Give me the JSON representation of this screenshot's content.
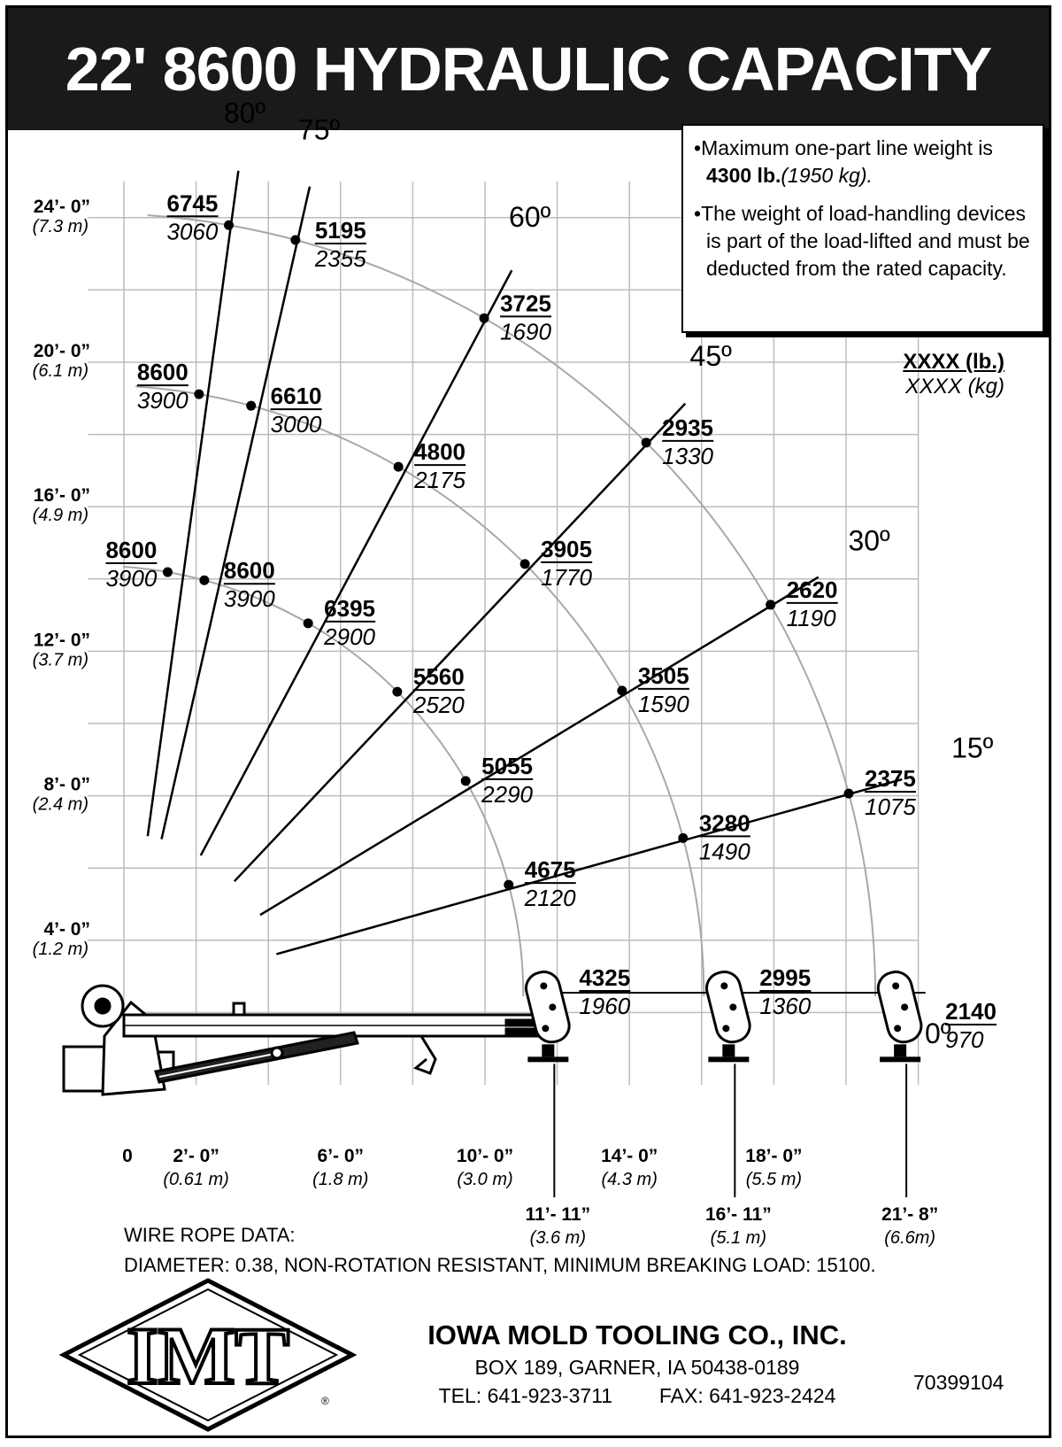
{
  "title": "22' 8600 HYDRAULIC CAPACITY CHART",
  "notes": {
    "line1_prefix": "Maximum one-part line weight is ",
    "line1_bold": "4300 lb.",
    "line1_italic": "(1950 kg).",
    "line2": "The weight of load-handling devices is part of the load-lifted and must be  deducted from the rated capacity."
  },
  "legend": {
    "lb": "XXXX (lb.)",
    "kg": "XXXX (kg)"
  },
  "y_axis_labels": [
    {
      "ft": "24’- 0”",
      "m": "(7.3 m)",
      "value_ft": 24
    },
    {
      "ft": "20’- 0”",
      "m": "(6.1 m)",
      "value_ft": 20
    },
    {
      "ft": "16’- 0”",
      "m": "(4.9 m)",
      "value_ft": 16
    },
    {
      "ft": "12’- 0”",
      "m": "(3.7 m)",
      "value_ft": 12
    },
    {
      "ft": "8’- 0”",
      "m": "(2.4 m)",
      "value_ft": 8
    },
    {
      "ft": "4’- 0”",
      "m": "(1.2 m)",
      "value_ft": 4
    }
  ],
  "x_axis_labels": [
    {
      "ft": "0",
      "m": "",
      "value_ft": 0
    },
    {
      "ft": "2’- 0”",
      "m": "(0.61 m)",
      "value_ft": 2
    },
    {
      "ft": "6’- 0”",
      "m": "(1.8 m)",
      "value_ft": 6
    },
    {
      "ft": "10’- 0”",
      "m": "(3.0 m)",
      "value_ft": 10
    },
    {
      "ft": "14’- 0”",
      "m": "(4.3 m)",
      "value_ft": 14
    },
    {
      "ft": "18’- 0”",
      "m": "(5.5 m)",
      "value_ft": 18
    }
  ],
  "extension_labels": [
    {
      "ft": "11’- 11”",
      "m": "(3.6 m)"
    },
    {
      "ft": "16’- 11”",
      "m": "(5.1 m)"
    },
    {
      "ft": "21’- 8”",
      "m": "(6.6m)"
    }
  ],
  "angles": [
    {
      "label": "80º",
      "deg": 80
    },
    {
      "label": "75º",
      "deg": 75
    },
    {
      "label": "60º",
      "deg": 60
    },
    {
      "label": "45º",
      "deg": 45
    },
    {
      "label": "30º",
      "deg": 30
    },
    {
      "label": "15º",
      "deg": 15
    },
    {
      "label": "0º",
      "deg": 0
    }
  ],
  "capacities": [
    {
      "angle": 80,
      "extension": 3,
      "lb": "6745",
      "kg": "3060"
    },
    {
      "angle": 80,
      "extension": 2,
      "lb": "8600",
      "kg": "3900"
    },
    {
      "angle": 80,
      "extension": 1,
      "lb": "8600",
      "kg": "3900"
    },
    {
      "angle": 75,
      "extension": 3,
      "lb": "5195",
      "kg": "2355"
    },
    {
      "angle": 75,
      "extension": 2,
      "lb": "6610",
      "kg": "3000"
    },
    {
      "angle": 75,
      "extension": 1,
      "lb": "8600",
      "kg": "3900"
    },
    {
      "angle": 60,
      "extension": 3,
      "lb": "3725",
      "kg": "1690"
    },
    {
      "angle": 60,
      "extension": 2,
      "lb": "4800",
      "kg": "2175"
    },
    {
      "angle": 60,
      "extension": 1,
      "lb": "6395",
      "kg": "2900"
    },
    {
      "angle": 45,
      "extension": 3,
      "lb": "2935",
      "kg": "1330"
    },
    {
      "angle": 45,
      "extension": 2,
      "lb": "3905",
      "kg": "1770"
    },
    {
      "angle": 45,
      "extension": 1,
      "lb": "5560",
      "kg": "2520"
    },
    {
      "angle": 30,
      "extension": 3,
      "lb": "2620",
      "kg": "1190"
    },
    {
      "angle": 30,
      "extension": 2,
      "lb": "3505",
      "kg": "1590"
    },
    {
      "angle": 30,
      "extension": 1,
      "lb": "5055",
      "kg": "2290"
    },
    {
      "angle": 15,
      "extension": 3,
      "lb": "2375",
      "kg": "1075"
    },
    {
      "angle": 15,
      "extension": 2,
      "lb": "3280",
      "kg": "1490"
    },
    {
      "angle": 15,
      "extension": 1,
      "lb": "4675",
      "kg": "2120"
    },
    {
      "angle": 0,
      "extension": 1,
      "lb": "4325",
      "kg": "1960"
    },
    {
      "angle": 0,
      "extension": 2,
      "lb": "2995",
      "kg": "1360"
    },
    {
      "angle": 0,
      "extension": 3,
      "lb": "2140",
      "kg": "970"
    }
  ],
  "wire_rope": {
    "heading": "WIRE ROPE DATA:",
    "details": "DIAMETER: 0.38, NON-ROTATION RESISTANT, MINIMUM BREAKING LOAD: 15100."
  },
  "company": {
    "logo_text": "IMT",
    "name": "IOWA MOLD TOOLING CO., INC.",
    "address": "BOX 189, GARNER, IA 50438-0189",
    "tel": "TEL: 641-923-3711",
    "fax": "FAX: 641-923-2424"
  },
  "part_number": "70399104"
}
